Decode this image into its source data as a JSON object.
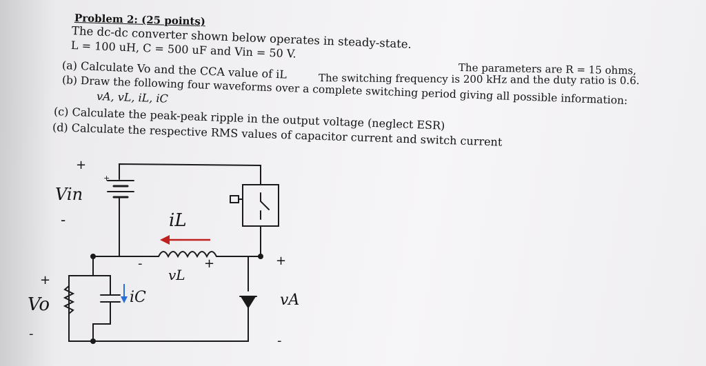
{
  "problem": {
    "title": "Problem 2: (25 points)",
    "line1": "The dc-dc converter shown below operates in steady-state.",
    "line1b": "The parameters are R = 15 ohms,",
    "line2a": "L = 100 uH, C = 500 uF and Vin = 50 V.",
    "line2b": "The switching frequency is 200 kHz and the duty ratio is 0.6.",
    "part_a": "(a) Calculate Vo and the CCA value of iL",
    "part_b": "(b) Draw the following four waveforms over a complete switching period giving all possible information:",
    "part_b_list": "vA, vL, iL, iC",
    "part_c": "(c) Calculate the peak-peak ripple in the output voltage (neglect ESR)",
    "part_d": "(d) Calculate the respective RMS values of capacitor current and switch current"
  },
  "circuit": {
    "vin_label": "Vin",
    "vin_plus": "+",
    "vin_minus": "-",
    "il_label": "iL",
    "vl_label": "vL",
    "vl_plus": "+",
    "vl_minus": "-",
    "ic_label": "iC",
    "vo_label": "Vo",
    "vo_plus": "+",
    "vo_minus": "-",
    "va_label": "vA",
    "va_plus": "+",
    "va_minus": "-",
    "ic_arrow_color": "#2a6fd6",
    "il_arrow_color": "#c0201e"
  }
}
